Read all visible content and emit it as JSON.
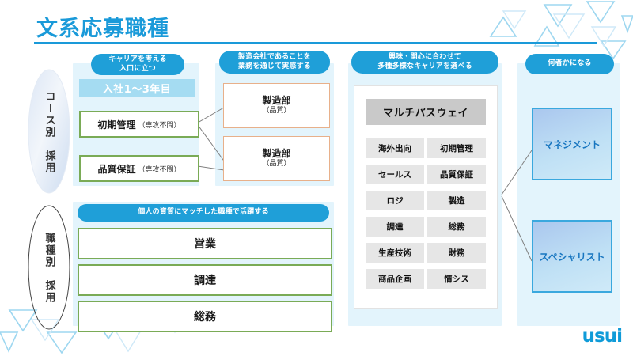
{
  "page": {
    "title": "文系応募職種",
    "logo": "usui",
    "accent_blue": "#1a9ad9",
    "pill_blue": "#1f9fd8",
    "panel_bg": "#e3f4fc",
    "green_border": "#7aab56",
    "orange_border": "#e8b08a",
    "gray_cell": "#e6e6e6",
    "gray_header": "#c9c9c9"
  },
  "row_labels": [
    {
      "name": "course-based",
      "text": "コース別　採用"
    },
    {
      "name": "job-type-based",
      "text": "職種別　採用"
    }
  ],
  "columns": {
    "entry": {
      "pill": "キャリアを考える\n入口に立つ",
      "pill_line1": "キャリアを考える",
      "pill_line2": "入口に立つ",
      "band": "入社1〜3年目",
      "boxes": [
        {
          "label": "初期管理",
          "note": "（専攻不問）"
        },
        {
          "label": "品質保証",
          "note": "（専攻不問）"
        }
      ]
    },
    "experience": {
      "pill_line1": "製造会社であることを",
      "pill_line2": "業務を通じて実感する",
      "boxes": [
        {
          "label": "製造部",
          "sub": "（品質）"
        },
        {
          "label": "製造部",
          "sub": "（品質）"
        }
      ]
    },
    "multipath": {
      "pill_line1": "興味・関心に合わせて",
      "pill_line2": "多種多様なキャリアを選べる",
      "card_title": "マルチパスウェイ",
      "cells_left": [
        "海外出向",
        "セールス",
        "ロジ",
        "調達",
        "生産技術",
        "商品企画"
      ],
      "cells_right": [
        "初期管理",
        "品質保証",
        "製造",
        "総務",
        "財務",
        "情シス"
      ]
    },
    "become": {
      "pill_line1": "何者かになる",
      "boxes": [
        "マネジメント",
        "スペシャリスト"
      ]
    },
    "jobtype": {
      "pill_line1": "個人の資質にマッチした職種で活躍する",
      "boxes": [
        "営業",
        "調達",
        "総務"
      ]
    }
  }
}
